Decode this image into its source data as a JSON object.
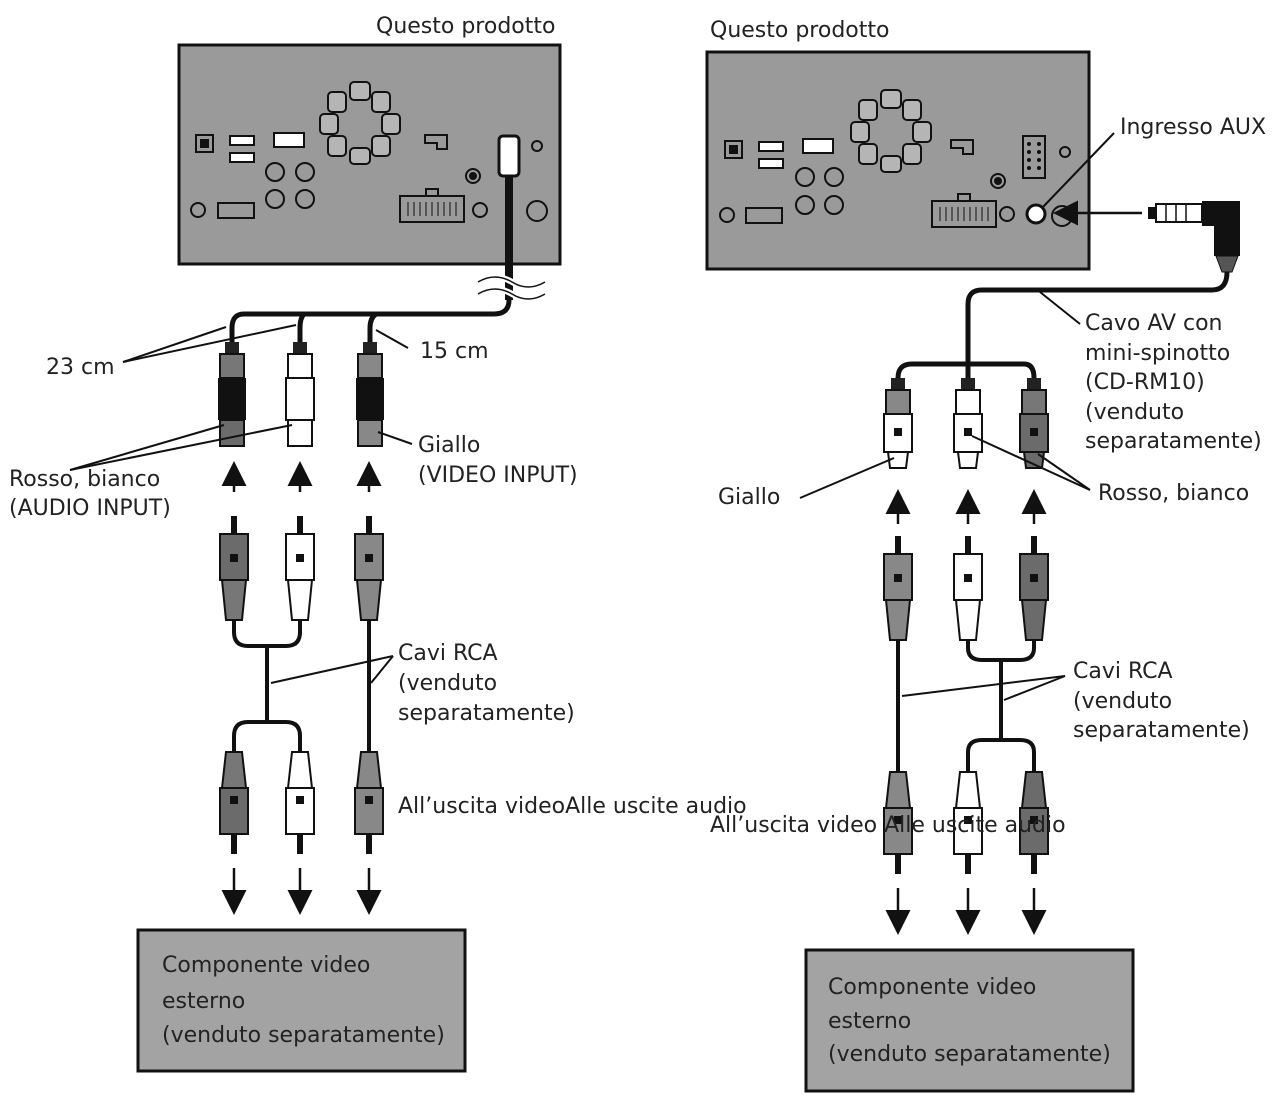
{
  "colors": {
    "panel": "#9a9a9a",
    "box": "#a3a3a3",
    "cable": "#111111",
    "plug_white": "#ffffff",
    "plug_dark": "#6b6b6b",
    "plug_red": "#8c8c8c",
    "plug_yellow": "#9e9e9e"
  },
  "left": {
    "product_label": "Questo prodotto",
    "len_23": "23 cm",
    "len_15": "15 cm",
    "rosso_bianco": "Rosso, bianco",
    "audio_input": "(AUDIO INPUT)",
    "giallo": "Giallo",
    "video_input": "(VIDEO INPUT)",
    "rca_1": "Cavi RCA",
    "rca_2": "(venduto",
    "rca_3": "separatamente)",
    "output_label": "All’uscita videoAlle uscite audio",
    "component_1": "Componente video",
    "component_2": "esterno",
    "component_3": "(venduto separatamente)"
  },
  "right": {
    "product_label": "Questo prodotto",
    "aux_label": "Ingresso AUX",
    "cable_1": "Cavo AV con",
    "cable_2": "mini-spinotto",
    "cable_3": "(CD-RM10)",
    "cable_4": "(venduto",
    "cable_5": "separatamente)",
    "giallo": "Giallo",
    "rosso_bianco": "Rosso, bianco",
    "rca_1": "Cavi RCA",
    "rca_2": "(venduto",
    "rca_3": "separatamente)",
    "output_label": "All’uscita video Alle uscite audio",
    "component_1": "Componente video",
    "component_2": "esterno",
    "component_3": "(venduto separatamente)"
  }
}
